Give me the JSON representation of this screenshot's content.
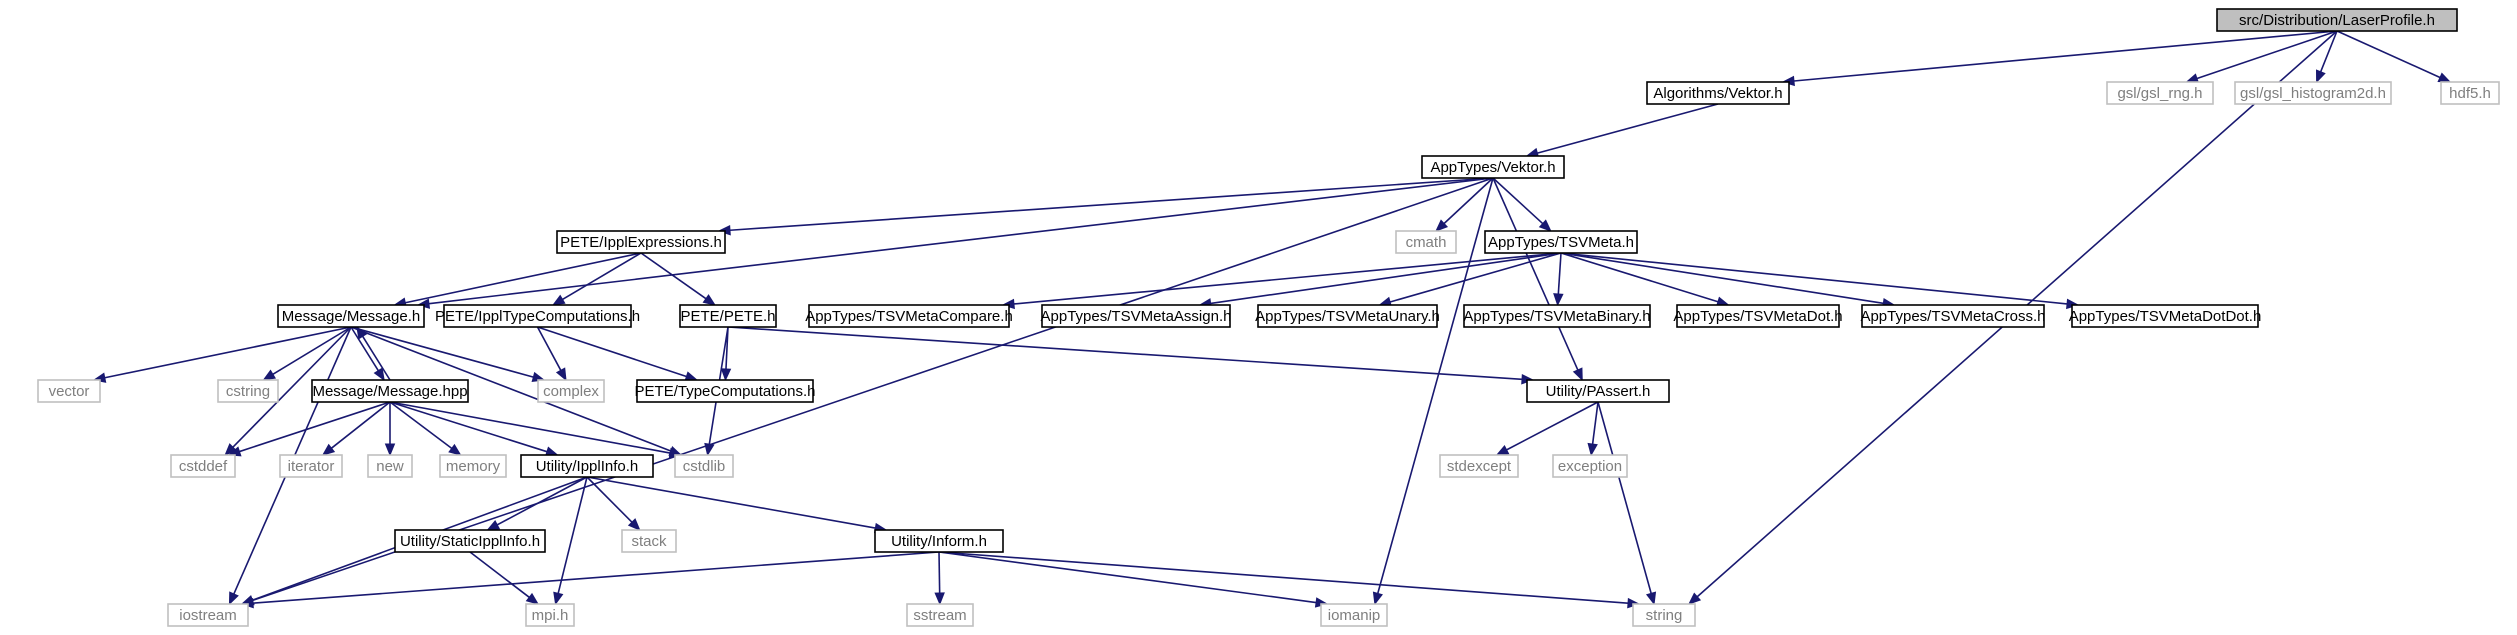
{
  "diagram": {
    "type": "include-dependency-graph",
    "colors": {
      "edge": "#191970",
      "root_fill": "#bfbfbf",
      "external_border": "#bfbfbf",
      "external_text": "#7f7f7f"
    },
    "nodes": [
      {
        "id": "root",
        "label": "src/Distribution/LaserProfile.h",
        "kind": "root"
      },
      {
        "id": "alg_vektor",
        "label": "Algorithms/Vektor.h",
        "kind": "internal"
      },
      {
        "id": "gsl_rng",
        "label": "gsl/gsl_rng.h",
        "kind": "external"
      },
      {
        "id": "gsl_hist",
        "label": "gsl/gsl_histogram2d.h",
        "kind": "external"
      },
      {
        "id": "hdf5",
        "label": "hdf5.h",
        "kind": "external"
      },
      {
        "id": "app_vektor",
        "label": "AppTypes/Vektor.h",
        "kind": "internal"
      },
      {
        "id": "ippl_expr",
        "label": "PETE/IpplExpressions.h",
        "kind": "internal"
      },
      {
        "id": "cmath",
        "label": "cmath",
        "kind": "external"
      },
      {
        "id": "tsvmeta",
        "label": "AppTypes/TSVMeta.h",
        "kind": "internal"
      },
      {
        "id": "msg_h",
        "label": "Message/Message.h",
        "kind": "internal"
      },
      {
        "id": "ippl_typecomp",
        "label": "PETE/IpplTypeComputations.h",
        "kind": "internal"
      },
      {
        "id": "pete_h",
        "label": "PETE/PETE.h",
        "kind": "internal"
      },
      {
        "id": "tsv_compare",
        "label": "AppTypes/TSVMetaCompare.h",
        "kind": "internal"
      },
      {
        "id": "tsv_assign",
        "label": "AppTypes/TSVMetaAssign.h",
        "kind": "internal"
      },
      {
        "id": "tsv_unary",
        "label": "AppTypes/TSVMetaUnary.h",
        "kind": "internal"
      },
      {
        "id": "tsv_binary",
        "label": "AppTypes/TSVMetaBinary.h",
        "kind": "internal"
      },
      {
        "id": "tsv_dot",
        "label": "AppTypes/TSVMetaDot.h",
        "kind": "internal"
      },
      {
        "id": "tsv_cross",
        "label": "AppTypes/TSVMetaCross.h",
        "kind": "internal"
      },
      {
        "id": "tsv_dotdot",
        "label": "AppTypes/TSVMetaDotDot.h",
        "kind": "internal"
      },
      {
        "id": "vector",
        "label": "vector",
        "kind": "external"
      },
      {
        "id": "cstring",
        "label": "cstring",
        "kind": "external"
      },
      {
        "id": "complex",
        "label": "complex",
        "kind": "external"
      },
      {
        "id": "msg_hpp",
        "label": "Message/Message.hpp",
        "kind": "internal"
      },
      {
        "id": "pete_typecomp",
        "label": "PETE/TypeComputations.h",
        "kind": "internal"
      },
      {
        "id": "passert",
        "label": "Utility/PAssert.h",
        "kind": "internal"
      },
      {
        "id": "cstddef",
        "label": "cstddef",
        "kind": "external"
      },
      {
        "id": "iterator",
        "label": "iterator",
        "kind": "external"
      },
      {
        "id": "new",
        "label": "new",
        "kind": "external"
      },
      {
        "id": "memory",
        "label": "memory",
        "kind": "external"
      },
      {
        "id": "ipplinfo",
        "label": "Utility/IpplInfo.h",
        "kind": "internal"
      },
      {
        "id": "cstdlib",
        "label": "cstdlib",
        "kind": "external"
      },
      {
        "id": "stdexcept",
        "label": "stdexcept",
        "kind": "external"
      },
      {
        "id": "exception",
        "label": "exception",
        "kind": "external"
      },
      {
        "id": "stack",
        "label": "stack",
        "kind": "external"
      },
      {
        "id": "static_ippl",
        "label": "Utility/StaticIpplInfo.h",
        "kind": "internal"
      },
      {
        "id": "inform",
        "label": "Utility/Inform.h",
        "kind": "internal"
      },
      {
        "id": "iostream",
        "label": "iostream",
        "kind": "external"
      },
      {
        "id": "mpi",
        "label": "mpi.h",
        "kind": "external"
      },
      {
        "id": "sstream",
        "label": "sstream",
        "kind": "external"
      },
      {
        "id": "iomanip",
        "label": "iomanip",
        "kind": "external"
      },
      {
        "id": "string",
        "label": "string",
        "kind": "external"
      }
    ],
    "edges": [
      [
        "root",
        "alg_vektor"
      ],
      [
        "root",
        "gsl_rng"
      ],
      [
        "root",
        "gsl_hist"
      ],
      [
        "root",
        "hdf5"
      ],
      [
        "root",
        "string"
      ],
      [
        "alg_vektor",
        "app_vektor"
      ],
      [
        "app_vektor",
        "iostream"
      ],
      [
        "app_vektor",
        "msg_h"
      ],
      [
        "app_vektor",
        "ippl_expr"
      ],
      [
        "app_vektor",
        "cmath"
      ],
      [
        "app_vektor",
        "tsvmeta"
      ],
      [
        "app_vektor",
        "passert"
      ],
      [
        "app_vektor",
        "iomanip"
      ],
      [
        "ippl_expr",
        "msg_h"
      ],
      [
        "ippl_expr",
        "ippl_typecomp"
      ],
      [
        "ippl_expr",
        "pete_h"
      ],
      [
        "tsvmeta",
        "tsv_compare"
      ],
      [
        "tsvmeta",
        "tsv_assign"
      ],
      [
        "tsvmeta",
        "tsv_unary"
      ],
      [
        "tsvmeta",
        "tsv_binary"
      ],
      [
        "tsvmeta",
        "tsv_dot"
      ],
      [
        "tsvmeta",
        "tsv_cross"
      ],
      [
        "tsvmeta",
        "tsv_dotdot"
      ],
      [
        "msg_h",
        "vector"
      ],
      [
        "msg_h",
        "cstring"
      ],
      [
        "msg_h",
        "complex"
      ],
      [
        "msg_h",
        "msg_hpp"
      ],
      [
        "msg_h",
        "cstddef"
      ],
      [
        "msg_h",
        "cstdlib"
      ],
      [
        "msg_h",
        "iostream"
      ],
      [
        "ippl_typecomp",
        "complex"
      ],
      [
        "ippl_typecomp",
        "pete_typecomp"
      ],
      [
        "pete_h",
        "pete_typecomp"
      ],
      [
        "pete_h",
        "passert"
      ],
      [
        "pete_h",
        "cstdlib"
      ],
      [
        "msg_hpp",
        "msg_h"
      ],
      [
        "msg_hpp",
        "cstddef"
      ],
      [
        "msg_hpp",
        "iterator"
      ],
      [
        "msg_hpp",
        "new"
      ],
      [
        "msg_hpp",
        "memory"
      ],
      [
        "msg_hpp",
        "ipplinfo"
      ],
      [
        "msg_hpp",
        "cstdlib"
      ],
      [
        "passert",
        "stdexcept"
      ],
      [
        "passert",
        "exception"
      ],
      [
        "passert",
        "string"
      ],
      [
        "ipplinfo",
        "iostream"
      ],
      [
        "ipplinfo",
        "stack"
      ],
      [
        "ipplinfo",
        "static_ippl"
      ],
      [
        "ipplinfo",
        "inform"
      ],
      [
        "ipplinfo",
        "mpi"
      ],
      [
        "static_ippl",
        "mpi"
      ],
      [
        "inform",
        "iostream"
      ],
      [
        "inform",
        "sstream"
      ],
      [
        "inform",
        "iomanip"
      ],
      [
        "inform",
        "string"
      ]
    ]
  }
}
